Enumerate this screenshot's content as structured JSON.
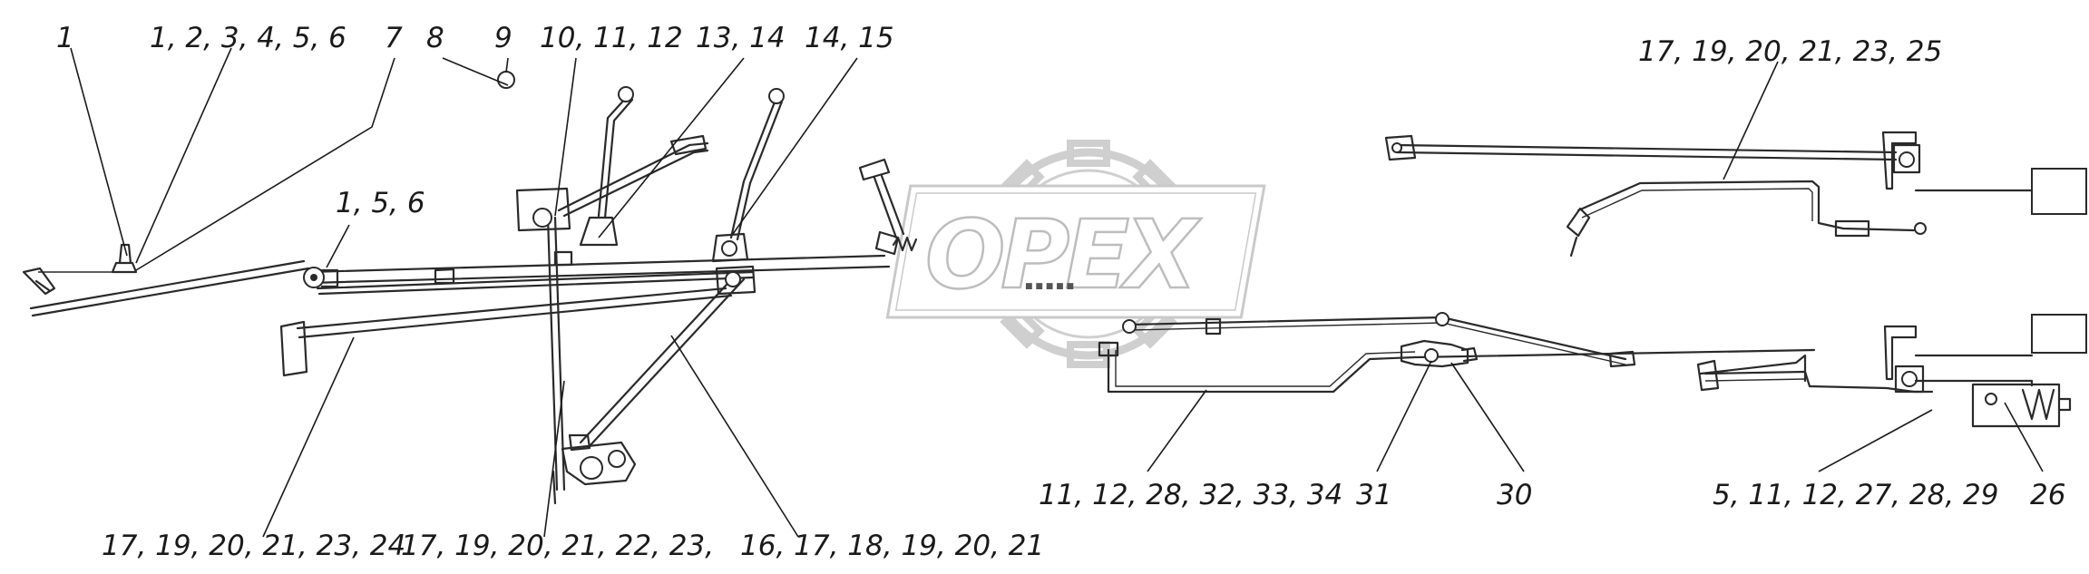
{
  "watermark": {
    "text": "OPEX"
  },
  "callouts": {
    "c1": "1",
    "c2": "1, 2, 3, 4, 5, 6",
    "c3": "7",
    "c4": "8",
    "c5": "9",
    "c6": "10, 11, 12",
    "c7": "13, 14",
    "c8": "14, 15",
    "c9": "1, 5, 6",
    "c10": "17, 19, 20, 21, 23, 25",
    "c11": "17, 19, 20, 21, 23, 24",
    "c12": "17, 19, 20, 21, 22, 23,",
    "c13": "16, 17, 18, 19, 20, 21",
    "c14": "11, 12, 28, 32, 33, 34",
    "c15": "31",
    "c16": "30",
    "c17": "5, 11, 12, 27, 28, 29",
    "c18": "26"
  }
}
